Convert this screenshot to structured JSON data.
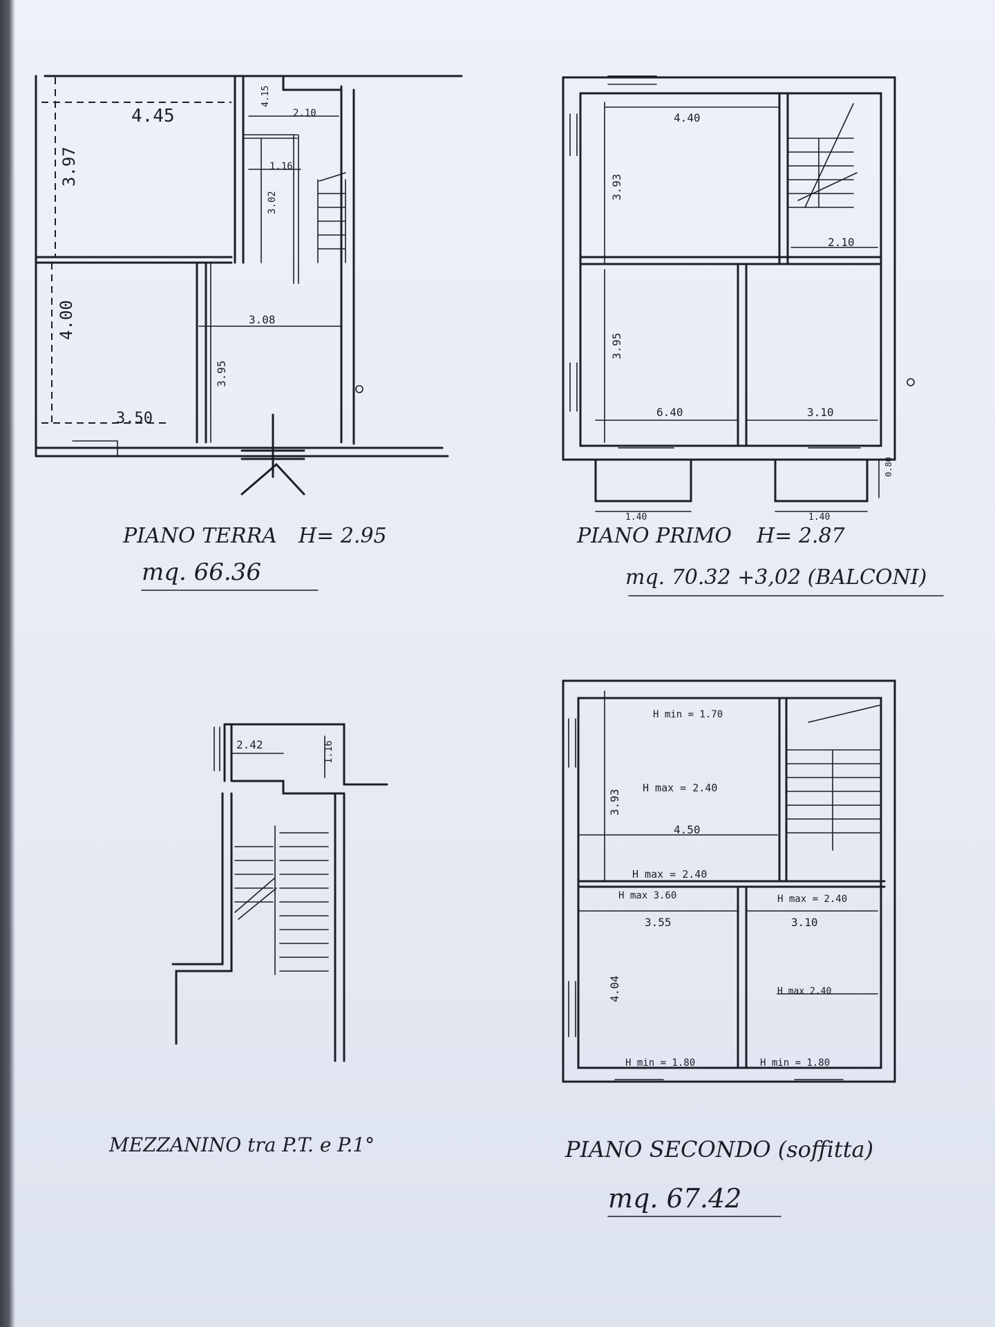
{
  "plans": {
    "ground": {
      "title": "PIANO TERRA",
      "height": "H= 2.95",
      "area": "mq. 66.36",
      "dims": [
        "4.45",
        "3.97",
        "4.15",
        "2.10",
        "1.16",
        "3.02",
        "3.08",
        "3.95",
        "4.00",
        "3.50"
      ]
    },
    "first": {
      "title": "PIANO PRIMO",
      "height": "H= 2.87",
      "area": "mq. 70.32 +3,02 (BALCONI)",
      "dims": [
        "4.40",
        "3.93",
        "2.10",
        "3.95",
        "6.40",
        "3.10",
        "1.40",
        "1.40",
        "0.80"
      ]
    },
    "mezzanine": {
      "title": "MEZZANINO tra P.T. e P.1°",
      "dims": [
        "2.42",
        "1.16"
      ]
    },
    "second": {
      "title": "PIANO SECONDO (soffitta)",
      "area": "mq. 67.42",
      "dims": [
        "H min = 1.70",
        "H max = 2.40",
        "3.93",
        "4.50",
        "H max = 2.40",
        "H max 3.60",
        "H max = 2.40",
        "3.55",
        "3.10",
        "4.04",
        "H max 2.40",
        "H min = 1.80",
        "H min = 1.80"
      ]
    }
  }
}
